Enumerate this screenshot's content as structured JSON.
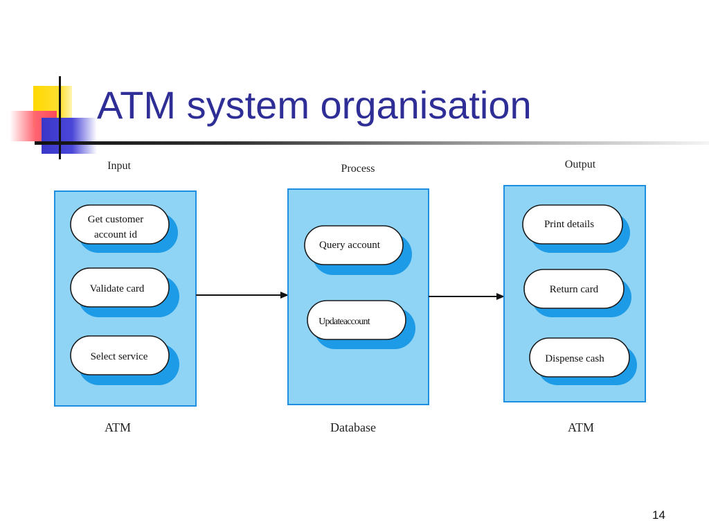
{
  "title": "ATM system organisation",
  "slide_number": "14",
  "colors": {
    "title": "#2e2e96",
    "panel_fill": "#8fd3f5",
    "panel_border": "#1e8fe0",
    "pill_shadow": "#1e9be6"
  },
  "diagram": {
    "stages": [
      {
        "header": "Input",
        "footer": "ATM",
        "items": [
          {
            "lines": [
              "Get customer",
              "account id"
            ]
          },
          {
            "lines": [
              "Validate card"
            ]
          },
          {
            "lines": [
              "Select service"
            ]
          }
        ]
      },
      {
        "header": "Process",
        "footer": "Database",
        "items": [
          {
            "lines": [
              "Query account"
            ]
          },
          {
            "lines": [
              "Updateaccount"
            ]
          }
        ]
      },
      {
        "header": "Output",
        "footer": "ATM",
        "items": [
          {
            "lines": [
              "Print details"
            ]
          },
          {
            "lines": [
              "Return card"
            ]
          },
          {
            "lines": [
              "Dispense cash"
            ]
          }
        ]
      }
    ]
  }
}
